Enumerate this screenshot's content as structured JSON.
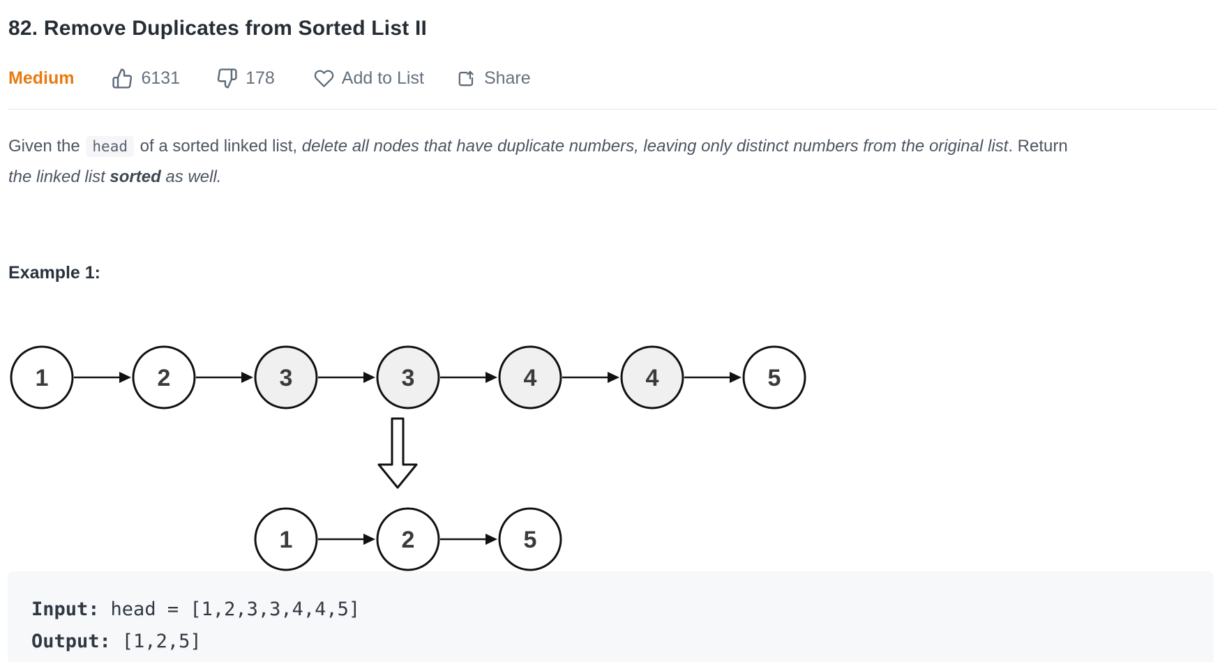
{
  "header": {
    "title": "82. Remove Duplicates from Sorted List II",
    "difficulty": "Medium",
    "likes": "6131",
    "dislikes": "178",
    "add_to_list_label": "Add to List",
    "share_label": "Share"
  },
  "colors": {
    "difficulty_medium": "#e87a10",
    "meta_gray": "#64707d",
    "node_highlight_fill": "#f0f0f0",
    "node_stroke": "#111111",
    "code_block_bg": "#f7f8fa"
  },
  "icons": {
    "like": "thumbs-up-icon",
    "dislike": "thumbs-down-icon",
    "add_to_list": "heart-icon",
    "share": "share-icon"
  },
  "description": {
    "segments": [
      {
        "text": "Given the ",
        "style": "normal"
      },
      {
        "text": "head",
        "style": "code"
      },
      {
        "text": " of a sorted linked list, ",
        "style": "normal"
      },
      {
        "text": "delete all nodes that have duplicate numbers, leaving only distinct numbers from the original list",
        "style": "italic"
      },
      {
        "text": ". Return ",
        "style": "normal"
      },
      {
        "text": "the linked list ",
        "style": "italic"
      },
      {
        "text": "sorted",
        "style": "bold-italic"
      },
      {
        "text": " as well.",
        "style": "italic"
      }
    ]
  },
  "example": {
    "heading": "Example 1:",
    "diagram": {
      "input_nodes": [
        {
          "value": "1",
          "highlighted": false
        },
        {
          "value": "2",
          "highlighted": false
        },
        {
          "value": "3",
          "highlighted": true
        },
        {
          "value": "3",
          "highlighted": true
        },
        {
          "value": "4",
          "highlighted": true
        },
        {
          "value": "4",
          "highlighted": true
        },
        {
          "value": "5",
          "highlighted": false
        }
      ],
      "output_nodes": [
        {
          "value": "1",
          "highlighted": false
        },
        {
          "value": "2",
          "highlighted": false
        },
        {
          "value": "5",
          "highlighted": false
        }
      ]
    },
    "io": {
      "input_label": "Input:",
      "input_value": "head = [1,2,3,3,4,4,5]",
      "output_label": "Output:",
      "output_value": "[1,2,5]"
    }
  }
}
